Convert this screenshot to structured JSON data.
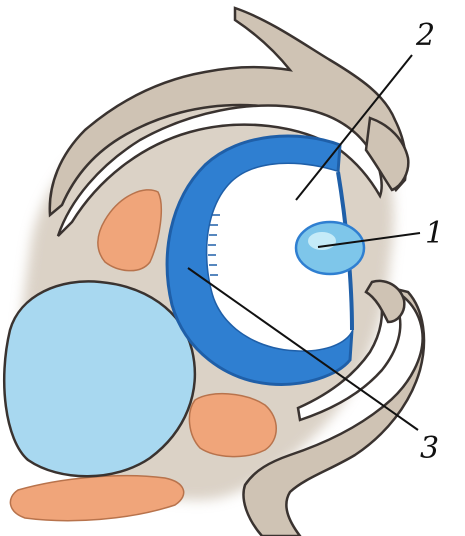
{
  "callouts": [
    {
      "id": "1",
      "label": "1"
    },
    {
      "id": "2",
      "label": "2"
    },
    {
      "id": "3",
      "label": "3"
    }
  ],
  "colors": {
    "background": "#ffffff",
    "tissue": "#cfc3b4",
    "tissue_outline": "#3a3330",
    "outer_ring": "#2f7fd1",
    "outer_ring_dark": "#1f5fa8",
    "inner_cavity": "#ffffff",
    "inner_body": "#7ec6ea",
    "large_sphere": "#a8d8f0",
    "orange_patch": "#f0a57a",
    "slit": "#ffffff",
    "leader_lines": "#111111"
  }
}
